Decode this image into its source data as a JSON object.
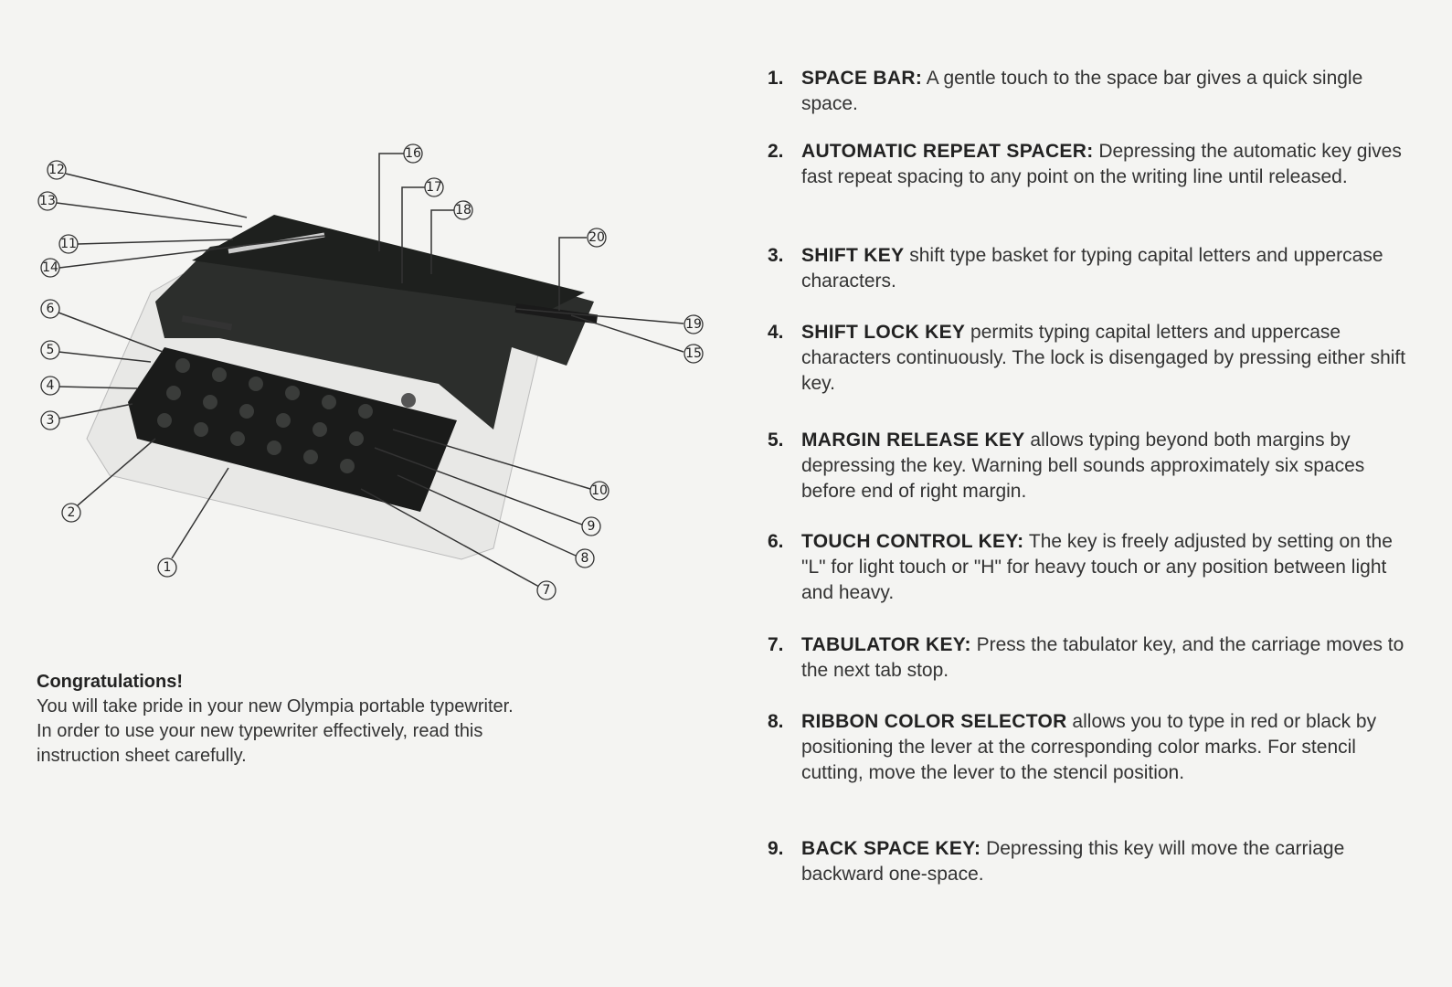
{
  "diagram": {
    "callouts": [
      "1",
      "2",
      "3",
      "4",
      "5",
      "6",
      "7",
      "8",
      "9",
      "10",
      "11",
      "12",
      "13",
      "14",
      "15",
      "16",
      "17",
      "18",
      "19",
      "20"
    ]
  },
  "intro": {
    "heading": "Congratulations!",
    "lines": [
      "You will take pride in your new Olympia portable typewriter.",
      "In order to use your new typewriter effectively, read this",
      "instruction sheet carefully."
    ]
  },
  "items": [
    {
      "num": "1.",
      "title": "SPACE BAR:",
      "text": " A gentle touch to the space bar gives a quick single space."
    },
    {
      "num": "2.",
      "title": "AUTOMATIC REPEAT SPACER:",
      "text": " Depressing the automatic key gives fast repeat spacing to any point on the writing line until released."
    },
    {
      "num": "3.",
      "title": "SHIFT KEY",
      "text": " shift type basket for typing capital letters and uppercase characters."
    },
    {
      "num": "4.",
      "title": "SHIFT LOCK KEY",
      "text": " permits typing capital letters and uppercase characters continuously. The lock is disengaged by pressing either shift key."
    },
    {
      "num": "5.",
      "title": "MARGIN RELEASE KEY",
      "text": " allows typing beyond both margins by depressing the key. Warning bell sounds approximately six spaces before end of right margin."
    },
    {
      "num": "6.",
      "title": "TOUCH CONTROL KEY:",
      "text": " The key is freely adjusted by setting on the \"L\" for light touch or \"H\" for heavy touch or any position between light and heavy."
    },
    {
      "num": "7.",
      "title": "TABULATOR KEY:",
      "text": " Press the tabulator key, and the carriage moves to the next tab stop."
    },
    {
      "num": "8.",
      "title": "RIBBON COLOR SELECTOR",
      "text": " allows you to type in red or black by positioning the lever at the corresponding color marks. For stencil cutting, move the lever to the stencil position."
    },
    {
      "num": "9.",
      "title": "BACK SPACE KEY:",
      "text": " Depressing this key will move the carriage backward one-space."
    }
  ]
}
